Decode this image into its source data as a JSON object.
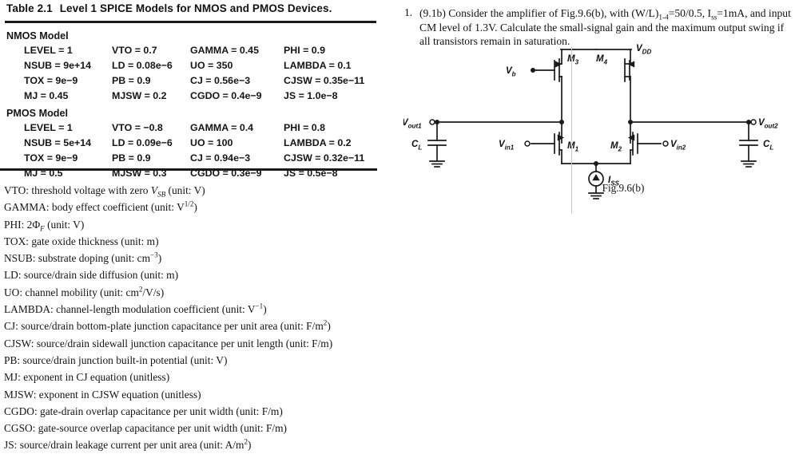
{
  "table": {
    "caption_number": "Table 2.1",
    "caption_text": "Level 1 SPICE Models for NMOS and PMOS Devices.",
    "groups": [
      {
        "label": "NMOS Model",
        "rows": [
          [
            "LEVEL = 1",
            "VTO = 0.7",
            "GAMMA = 0.45",
            "PHI = 0.9"
          ],
          [
            "NSUB = 9e+14",
            "LD = 0.08e−6",
            "UO = 350",
            "LAMBDA = 0.1"
          ],
          [
            "TOX = 9e−9",
            "PB = 0.9",
            "CJ = 0.56e−3",
            "CJSW = 0.35e−11"
          ],
          [
            "MJ = 0.45",
            "MJSW = 0.2",
            "CGDO = 0.4e−9",
            "JS = 1.0e−8"
          ]
        ]
      },
      {
        "label": "PMOS Model",
        "rows": [
          [
            "LEVEL = 1",
            "VTO = −0.8",
            "GAMMA = 0.4",
            "PHI = 0.8"
          ],
          [
            "NSUB = 5e+14",
            "LD = 0.09e−6",
            "UO = 100",
            "LAMBDA = 0.2"
          ],
          [
            "TOX = 9e−9",
            "PB = 0.9",
            "CJ = 0.94e−3",
            "CJSW = 0.32e−11"
          ],
          [
            "MJ = 0.5",
            "MJSW = 0.3",
            "CGDO = 0.3e−9",
            "JS = 0.5e−8"
          ]
        ]
      }
    ]
  },
  "legend": {
    "items": [
      {
        "key": "VTO",
        "desc_pre": "threshold voltage with zero ",
        "italic": "V",
        "italic_sub": "SB",
        "desc_post": " (unit: V)"
      },
      {
        "key": "GAMMA",
        "desc_pre": "body effect coefficient (unit: V",
        "sup": "1/2",
        "desc_post": ")"
      },
      {
        "key": "PHI",
        "desc_pre": "2Φ",
        "italic_sub": "F",
        "desc_post": " (unit: V)"
      },
      {
        "key": "TOX",
        "desc_pre": "gate oxide thickness (unit: m)"
      },
      {
        "key": "NSUB",
        "desc_pre": "substrate doping (unit: cm",
        "sup": "−3",
        "desc_post": ")"
      },
      {
        "key": "LD",
        "desc_pre": "source/drain side diffusion (unit: m)"
      },
      {
        "key": "UO",
        "desc_pre": "channel mobility (unit: cm",
        "sup": "2",
        "desc_post": "/V/s)"
      },
      {
        "key": "LAMBDA",
        "desc_pre": "channel-length modulation coefficient (unit: V",
        "sup": "−1",
        "desc_post": ")"
      },
      {
        "key": "CJ",
        "desc_pre": "source/drain bottom-plate junction capacitance per unit area (unit: F/m",
        "sup": "2",
        "desc_post": ")"
      },
      {
        "key": "CJSW",
        "desc_pre": "source/drain sidewall junction capacitance per unit length (unit: F/m)"
      },
      {
        "key": "PB",
        "desc_pre": "source/drain junction built-in potential (unit: V)"
      },
      {
        "key": "MJ",
        "desc_pre": "exponent in CJ equation (unitless)"
      },
      {
        "key": "MJSW",
        "desc_pre": "exponent in CJSW equation (unitless)"
      },
      {
        "key": "CGDO",
        "desc_pre": "gate-drain overlap capacitance per unit width (unit: F/m)"
      },
      {
        "key": "CGSO",
        "desc_pre": "gate-source overlap capacitance per unit width (unit: F/m)"
      },
      {
        "key": "JS",
        "desc_pre": "source/drain leakage current per unit area (unit: A/m",
        "sup": "2",
        "desc_post": ")"
      }
    ]
  },
  "problem": {
    "number": "1.",
    "tag": "(9.1b)",
    "text_1": " Consider the amplifier of Fig.9.6(b), with (W/L)",
    "sub_1": "1-4",
    "text_2": "=50/0.5, I",
    "sub_2": "ss",
    "text_3": "=1mA, and input CM level of 1.3V. Calculate the small-signal gain and the maximum output swing if all transistors remain in saturation."
  },
  "figure": {
    "caption": "Fig.9.6(b)",
    "labels": {
      "vdd": "V",
      "vdd_sub": "DD",
      "vb": "V",
      "vb_sub": "b",
      "m1": "M",
      "m1_sub": "1",
      "m2": "M",
      "m2_sub": "2",
      "m3": "M",
      "m3_sub": "3",
      "m4": "M",
      "m4_sub": "4",
      "vout1": "V",
      "vout1_sub": "out1",
      "vout2": "V",
      "vout2_sub": "out2",
      "vin1": "V",
      "vin1_sub": "in1",
      "vin2": "V",
      "vin2_sub": "in2",
      "cl_left": "C",
      "cl_left_sub": "L",
      "cl_right": "C",
      "cl_right_sub": "L",
      "iss": "I",
      "iss_sub": "SS"
    }
  }
}
